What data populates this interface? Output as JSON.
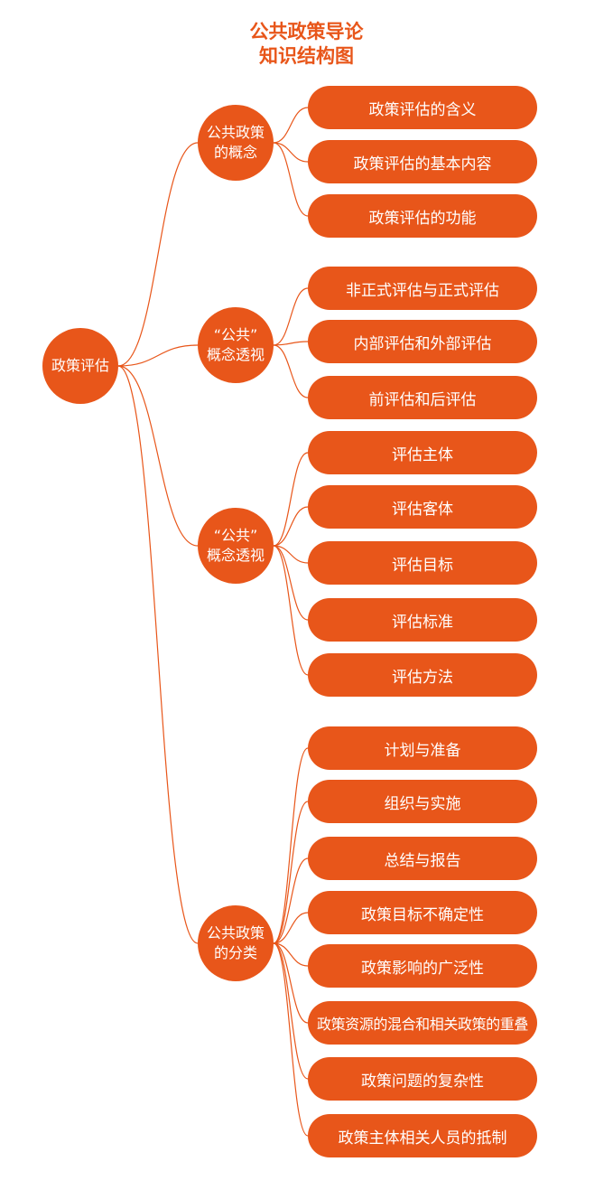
{
  "title_lines": [
    "公共政策导论",
    "知识结构图"
  ],
  "colors": {
    "accent": "#e8561a",
    "text_on_accent": "#ffffff"
  },
  "root": {
    "label": "政策评估"
  },
  "branches": [
    {
      "label": "公共政策\n的概念",
      "children": [
        "政策评估的含义",
        "政策评估的基本内容",
        "政策评估的功能"
      ]
    },
    {
      "label": "“公共”\n概念透视",
      "children": [
        "非正式评估与正式评估",
        "内部评估和外部评估",
        "前评估和后评估"
      ]
    },
    {
      "label": "“公共”\n概念透视",
      "children": [
        "评估主体",
        "评估客体",
        "评估目标",
        "评估标准",
        "评估方法"
      ]
    },
    {
      "label": "公共政策\n的分类",
      "children": [
        "计划与准备",
        "组织与实施",
        "总结与报告",
        "政策目标不确定性",
        "政策影响的广泛性",
        "政策资源的混合和相关政策的重叠",
        "政策问题的复杂性",
        "政策主体相关人员的抵制"
      ]
    }
  ]
}
